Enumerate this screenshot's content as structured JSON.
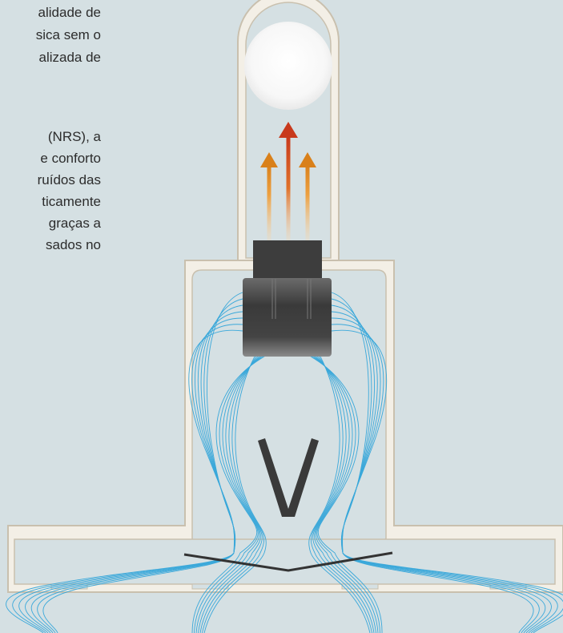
{
  "text_block": {
    "paragraph1": [
      "alidade de",
      "sica sem o",
      "alizada de"
    ],
    "paragraph2": [
      "(NRS), a",
      "e conforto",
      "ruídos das",
      "ticamente",
      "graças a",
      "sados no"
    ]
  },
  "colors": {
    "background": "#d5e0e3",
    "housing_fill": "#f3efe6",
    "housing_stroke": "#c9c0ae",
    "field_lines": "#3aa8da",
    "magnet": "#3d3d3d",
    "arrow_center": "#c8391c",
    "arrow_side": "#e08a1e",
    "sphere": "#ffffff"
  },
  "icons": [
    "magnet-block",
    "coil-block",
    "v-shaped-element",
    "light-sphere",
    "heat-arrow"
  ]
}
